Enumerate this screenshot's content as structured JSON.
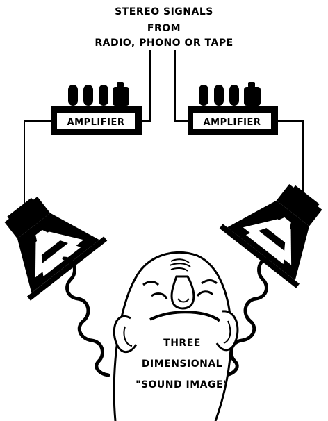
{
  "source": {
    "line1": "STEREO SIGNALS",
    "line2": "FROM",
    "line3": "RADIO, PHONO OR TAPE"
  },
  "amplifiers": {
    "left_label": "AMPLIFIER",
    "right_label": "AMPLIFIER"
  },
  "head_caption": {
    "line1": "THREE",
    "line2": "DIMENSIONAL",
    "line3": "\"SOUND IMAGE\""
  },
  "colors": {
    "ink": "#000000",
    "paper": "#ffffff"
  }
}
